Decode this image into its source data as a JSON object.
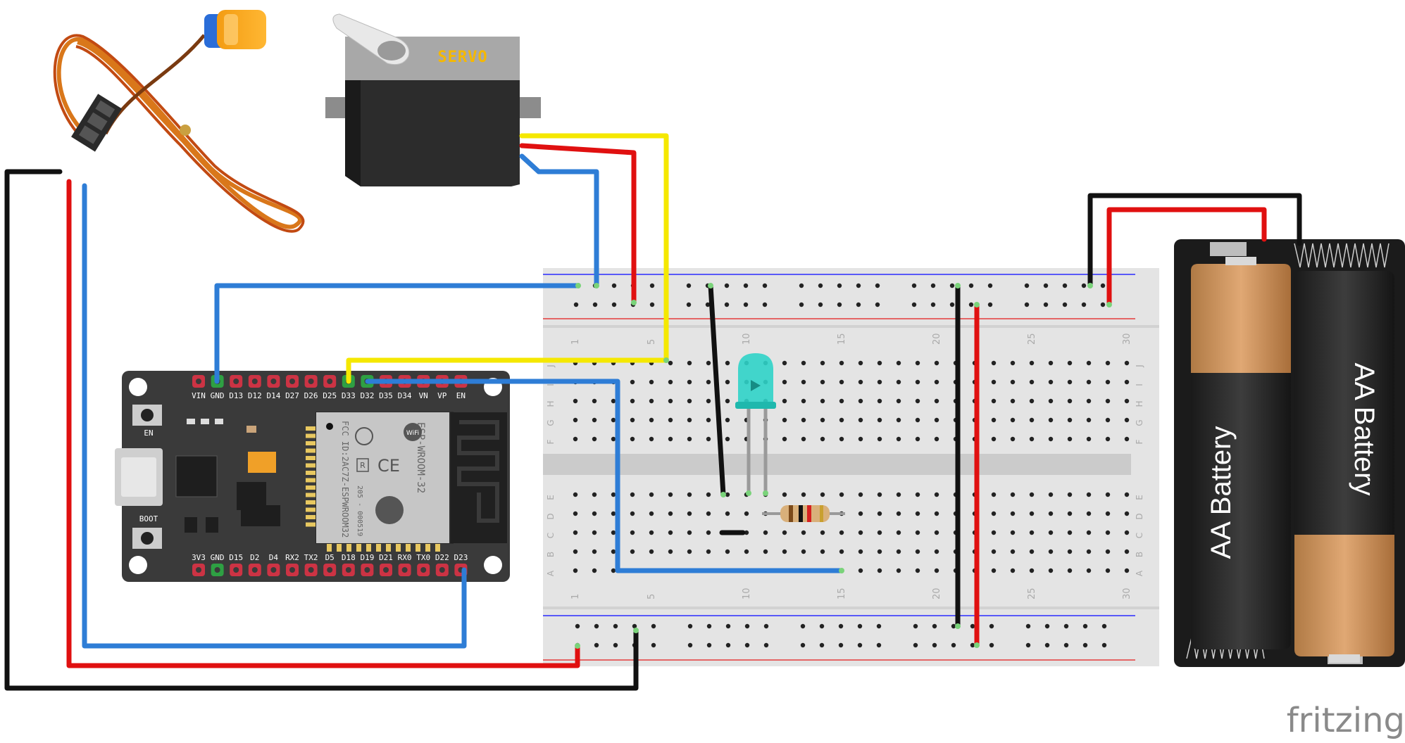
{
  "app": {
    "watermark": "fritzing"
  },
  "colors": {
    "board": "#3b3b3b",
    "breadboard": "#e6e6e6",
    "rail_blue": "#2b2bff",
    "rail_red": "#e33b3b",
    "wire_black": "#111111",
    "wire_red": "#e01010",
    "wire_blue": "#2e7dd6",
    "wire_yellow": "#f5e800",
    "led": "#2fd3c8",
    "pin_red": "#cc3344",
    "pin_green": "#2ea043"
  },
  "servo": {
    "label": "SERVO"
  },
  "esp32": {
    "top_pins": [
      "VIN",
      "GND",
      "D13",
      "D12",
      "D14",
      "D27",
      "D26",
      "D25",
      "D33",
      "D32",
      "D35",
      "D34",
      "VN",
      "VP",
      "EN"
    ],
    "bottom_pins": [
      "3V3",
      "GND",
      "D15",
      "D2",
      "D4",
      "RX2",
      "TX2",
      "D5",
      "D18",
      "D19",
      "D21",
      "RX0",
      "TX0",
      "D22",
      "D23"
    ],
    "en_label": "EN",
    "boot_label": "BOOT",
    "module_name": "ESP-WROOM-32",
    "module_fcc": "FCC ID:2AC7Z-ESPWROOM32",
    "module_code": "205 - 000519",
    "module_ce": "CE",
    "module_r": "R",
    "wifi_label": "WiFi"
  },
  "breadboard": {
    "row_letters_top": [
      "J",
      "I",
      "H",
      "G",
      "F"
    ],
    "row_letters_bottom": [
      "E",
      "D",
      "C",
      "B",
      "A"
    ],
    "col_numbers_top": [
      "1",
      "5",
      "10",
      "15",
      "20",
      "25",
      "30"
    ],
    "col_numbers_bottom": [
      "1",
      "5",
      "10",
      "15",
      "20",
      "25",
      "30"
    ]
  },
  "battery": {
    "cell_labels": [
      "AA Battery",
      "AA Battery"
    ]
  }
}
